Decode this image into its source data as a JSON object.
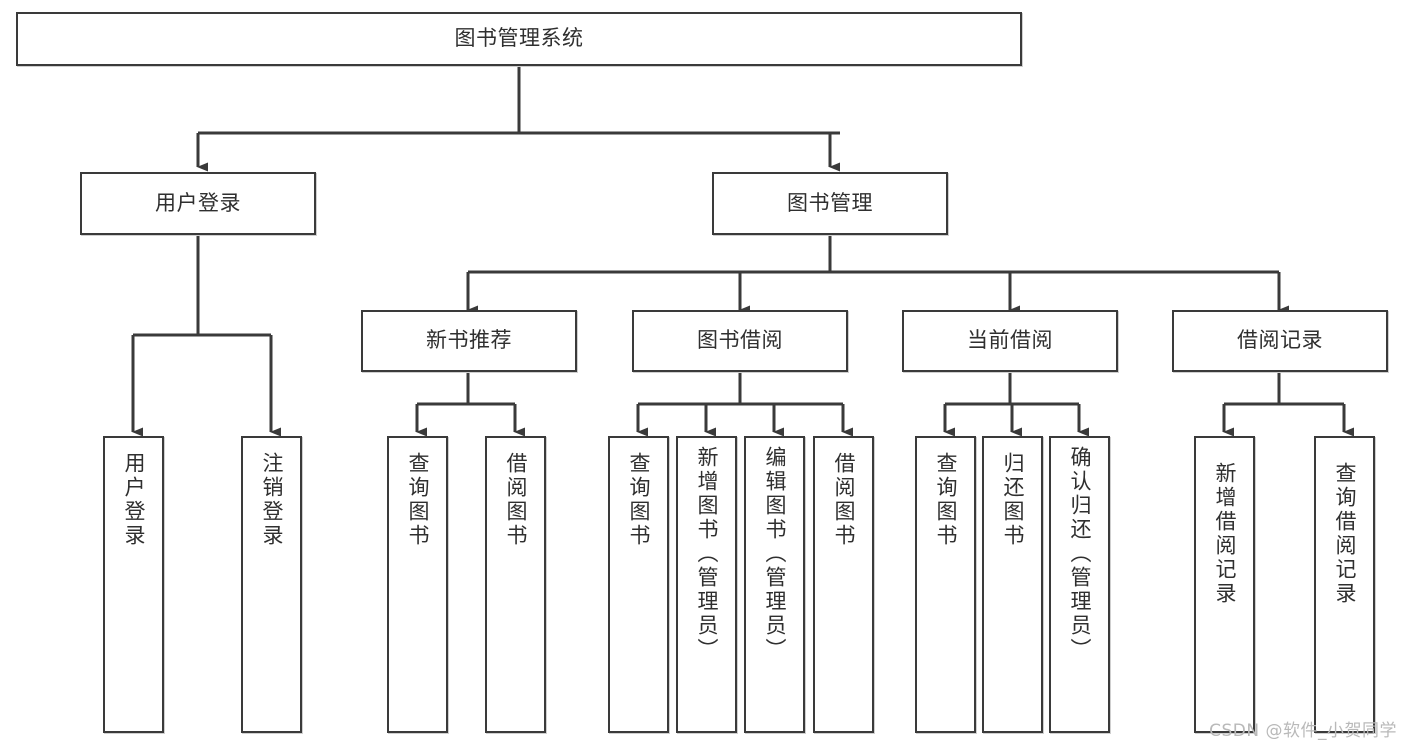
{
  "diagram": {
    "title": "图书管理系统",
    "type": "tree-hierarchy-diagram",
    "root": {
      "id": "root",
      "label": "图书管理系统"
    },
    "level1": [
      {
        "id": "user-login",
        "label": "用户登录"
      },
      {
        "id": "book-management",
        "label": "图书管理"
      }
    ],
    "level2": [
      {
        "id": "new-book-recommend",
        "label": "新书推荐",
        "parent": "book-management"
      },
      {
        "id": "book-borrow",
        "label": "图书借阅",
        "parent": "book-management"
      },
      {
        "id": "current-borrow",
        "label": "当前借阅",
        "parent": "book-management"
      },
      {
        "id": "borrow-record",
        "label": "借阅记录",
        "parent": "book-management"
      }
    ],
    "leaves": [
      {
        "id": "leaf-user-login",
        "label": "用户登录",
        "parent": "user-login"
      },
      {
        "id": "leaf-logout-login",
        "label": "注销登录",
        "parent": "user-login"
      },
      {
        "id": "leaf-query-book-1",
        "label": "查询图书",
        "parent": "new-book-recommend"
      },
      {
        "id": "leaf-borrow-book-1",
        "label": "借阅图书",
        "parent": "new-book-recommend"
      },
      {
        "id": "leaf-query-book-2",
        "label": "查询图书",
        "parent": "book-borrow"
      },
      {
        "id": "leaf-add-book",
        "label": "新增图书（管理员）",
        "parent": "book-borrow"
      },
      {
        "id": "leaf-edit-book",
        "label": "编辑图书（管理员）",
        "parent": "book-borrow"
      },
      {
        "id": "leaf-borrow-book-2",
        "label": "借阅图书",
        "parent": "book-borrow"
      },
      {
        "id": "leaf-query-book-3",
        "label": "查询图书",
        "parent": "current-borrow"
      },
      {
        "id": "leaf-return-book",
        "label": "归还图书",
        "parent": "current-borrow"
      },
      {
        "id": "leaf-confirm-return",
        "label": "确认归还（管理员）",
        "parent": "current-borrow"
      },
      {
        "id": "leaf-add-record",
        "label": "新增借阅记录",
        "parent": "borrow-record"
      },
      {
        "id": "leaf-query-record",
        "label": "查询借阅记录",
        "parent": "borrow-record"
      }
    ],
    "watermark": "CSDN @软件_小贺同学",
    "colors": {
      "box_border": "#3a3a3a",
      "box_fill": "#ffffff",
      "text": "#2f2f2f",
      "connector": "#3a3a3a",
      "watermark": "#b9b9b9",
      "background": "#ffffff"
    }
  }
}
